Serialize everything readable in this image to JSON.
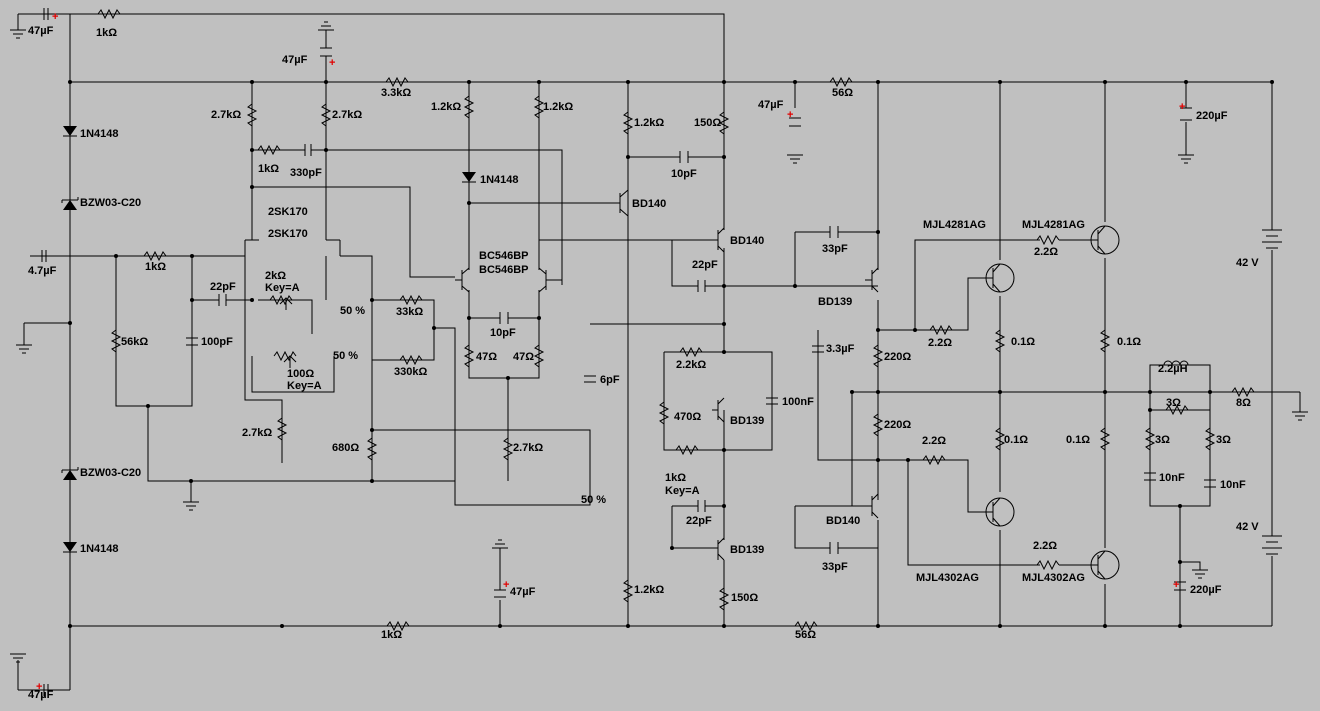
{
  "schematic": {
    "labels": {
      "c_47u_tl": "47µF",
      "r_1k_top": "1kΩ",
      "c_47u_top": "47µF",
      "d_1n4148_1": "1N4148",
      "z_bzw_1": "BZW03-C20",
      "r_2k7_a": "2.7kΩ",
      "r_2k7_b": "2.7kΩ",
      "r_3k3": "3.3kΩ",
      "r_1k2_a": "1.2kΩ",
      "r_1k2_b": "1.2kΩ",
      "r_1k2_c": "1.2kΩ",
      "r_150_top": "150Ω",
      "c_47u_mid": "47µF",
      "r_56_top": "56Ω",
      "c_220u_top": "220µF",
      "r_1k_fb": "1kΩ",
      "c_330p": "330pF",
      "d_1n4148_2": "1N4148",
      "c_10p_top": "10pF",
      "q_bd140_a": "BD140",
      "q_2sk170_a": "2SK170",
      "q_2sk170_b": "2SK170",
      "c_4u7": "4.7µF",
      "r_1k_in": "1kΩ",
      "c_22p_a": "22pF",
      "pot_2k": "2kΩ",
      "pot_2k_key": "Key=A",
      "q_bc546_a": "BC546BP",
      "q_bc546_b": "BC546BP",
      "q_bd140_b": "BD140",
      "c_22p_b": "22pF",
      "c_33p_a": "33pF",
      "q_mjl4281_a": "MJL4281AG",
      "q_mjl4281_b": "MJL4281AG",
      "r_2r2_a": "2.2Ω",
      "v_42_top": "42 V",
      "q_bd139_a": "BD139",
      "pct_50_a": "50 %",
      "r_33k": "33kΩ",
      "c_10p_mid": "10pF",
      "r_56k": "56kΩ",
      "c_100p": "100pF",
      "r_47_a": "47Ω",
      "r_47_b": "47Ω",
      "c_3u3": "3.3µF",
      "r_220_a": "220Ω",
      "r_2r2_b": "2.2Ω",
      "r_0r1_a": "0.1Ω",
      "r_0r1_b": "0.1Ω",
      "pct_50_b": "50 %",
      "pot_100": "100Ω",
      "pot_100_key": "Key=A",
      "r_330k": "330kΩ",
      "r_2k2": "2.2kΩ",
      "c_6p": "6pF",
      "l_2u2": "2.2µH",
      "r_3_a": "3Ω",
      "r_8": "8Ω",
      "r_470": "470Ω",
      "c_100n": "100nF",
      "q_bd139_b": "BD139",
      "r_2k7_c": "2.7kΩ",
      "r_220_b": "220Ω",
      "r_0r1_c": "0.1Ω",
      "r_0r1_d": "0.1Ω",
      "r_3_b": "3Ω",
      "r_3_c": "3Ω",
      "r_2r2_c": "2.2Ω",
      "r_680": "680Ω",
      "r_2k7_d": "2.7kΩ",
      "z_bzw_2": "BZW03-C20",
      "c_10n_a": "10nF",
      "c_10n_b": "10nF",
      "pot_1k": "1kΩ",
      "pot_1k_key": "Key=A",
      "pct_50_c": "50 %",
      "c_22p_c": "22pF",
      "q_bd140_c": "BD140",
      "v_42_bot": "42 V",
      "d_1n4148_3": "1N4148",
      "q_bd139_c": "BD139",
      "c_47u_bot": "47µF",
      "c_33p_b": "33pF",
      "r_2r2_d": "2.2Ω",
      "q_mjl4302_a": "MJL4302AG",
      "q_mjl4302_b": "MJL4302AG",
      "r_1k2_d": "1.2kΩ",
      "r_150_bot": "150Ω",
      "c_220u_bot": "220µF",
      "r_1k_bot": "1kΩ",
      "r_56_bot": "56Ω",
      "c_47u_bl": "47µF"
    }
  }
}
